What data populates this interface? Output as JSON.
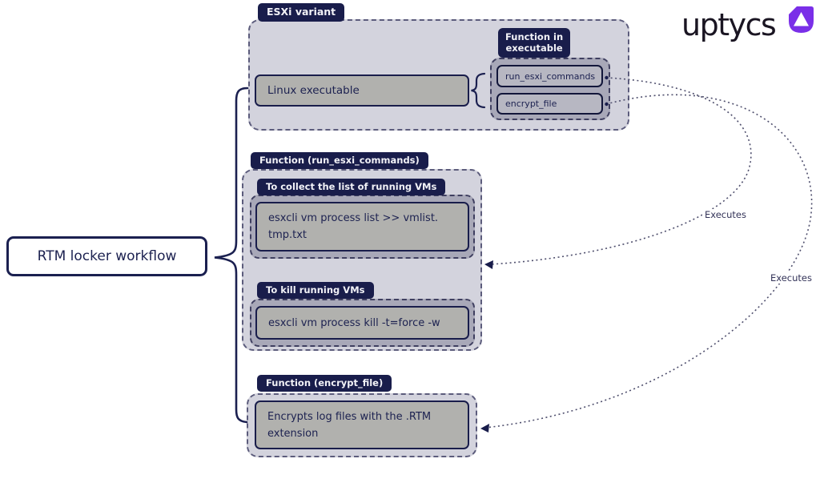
{
  "logo": {
    "text": "uptycs",
    "icon": "uptycs-mark",
    "text_color": "#1a1522",
    "icon_color": "#7a2fe8"
  },
  "workflow_box": {
    "label": "RTM locker workflow"
  },
  "esxi_section": {
    "badge": "ESXi variant",
    "linux_executable": "Linux executable",
    "function_group_badge_lines": [
      "Function in",
      "executable"
    ],
    "function_1": "run_esxi_commands",
    "function_2": "encrypt_file"
  },
  "run_commands_section": {
    "badge": "Function (run_esxi_commands)",
    "collect_badge": "To collect the list of running VMs",
    "collect_command_lines": [
      "esxcli vm process list >> vmlist.",
      "tmp.txt"
    ],
    "kill_badge": "To kill running VMs",
    "kill_command": "esxcli vm process kill -t=force -w"
  },
  "encrypt_section": {
    "badge": "Function (encrypt_file)",
    "description_lines": [
      "Encrypts log files with the .RTM",
      "extension"
    ]
  },
  "connectors": {
    "run_execute_label": "Executes",
    "encrypt_execute_label": "Executes"
  },
  "colors": {
    "badge_bg": "#191d4b",
    "container_fill": "#d3d3dd",
    "container_border": "#5c5c7c",
    "group_fill": "#a8a8b8",
    "group_border": "#3f3f60",
    "command_box_fill": "#b1b1ae",
    "function_box_fill": "#b7b7c2",
    "text_navy": "#1c2150",
    "connector": "#50506e",
    "logo_purple": "#7a2fe8"
  }
}
